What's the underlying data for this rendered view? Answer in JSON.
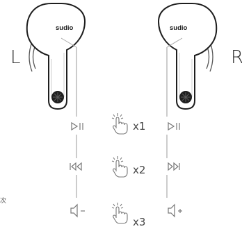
{
  "diagram": {
    "brand_label": "sudio",
    "left_label": "L",
    "right_label": "R",
    "edge_note": "次",
    "icons": {
      "earbud_left": "left-earbud-illustration",
      "earbud_right": "right-earbud-illustration",
      "play_pause": "play-pause-icon",
      "previous": "previous-track-icon",
      "next": "next-track-icon",
      "volume_down": "volume-down-icon",
      "volume_up": "volume-up-icon",
      "tap": "tap-hand-icon"
    },
    "gestures": [
      {
        "taps": "x1",
        "left_action": "play-pause",
        "right_action": "play-pause"
      },
      {
        "taps": "x2",
        "left_action": "previous-track",
        "right_action": "next-track"
      },
      {
        "taps": "x3",
        "left_action": "volume-down",
        "right_action": "volume-up"
      }
    ],
    "colors": {
      "ink": "#1e1e1e",
      "lines": "#9a9a9a",
      "icons": "#777777"
    }
  }
}
